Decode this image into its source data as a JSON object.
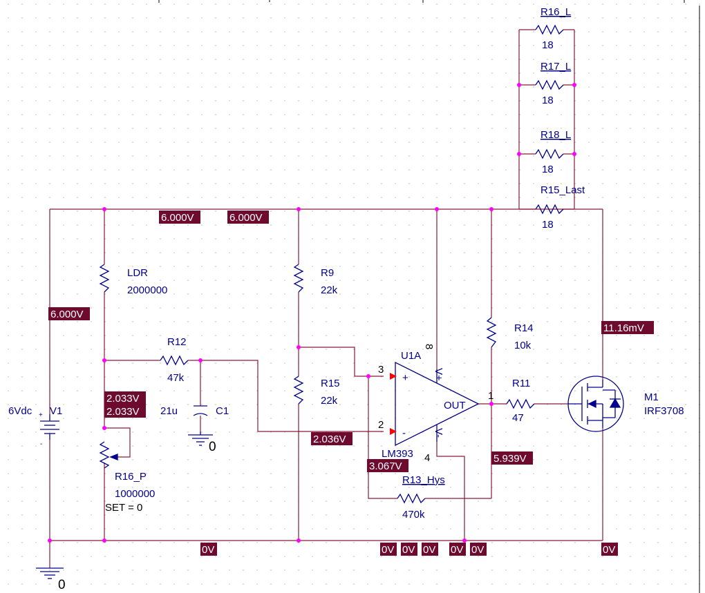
{
  "colors": {
    "wire": "#8b1a3a",
    "component": "#00008b",
    "junction": "#ff00ff",
    "tag_bg": "#6e0a2e",
    "tag_text": "#ffffff",
    "grid": "#c8c8c8",
    "arrow": "#ff0000"
  },
  "components": {
    "r16_l": {
      "ref": "R16_L",
      "value": "18"
    },
    "r17_l": {
      "ref": "R17_L",
      "value": "18"
    },
    "r18_l": {
      "ref": "R18_L",
      "value": "18"
    },
    "r15_last": {
      "ref": "R15_Last",
      "value": "18"
    },
    "ldr": {
      "ref": "LDR",
      "value": "2000000"
    },
    "r9": {
      "ref": "R9",
      "value": "22k"
    },
    "r15": {
      "ref": "R15",
      "value": "22k"
    },
    "r12": {
      "ref": "R12",
      "value": "47k"
    },
    "c1": {
      "ref": "C1",
      "value": "21u"
    },
    "r14": {
      "ref": "R14",
      "value": "10k"
    },
    "r11": {
      "ref": "R11",
      "value": "47"
    },
    "m1": {
      "ref": "M1",
      "value": "IRF3708"
    },
    "u1a": {
      "ref": "U1A",
      "part": "LM393",
      "out": "OUT",
      "plus": "+",
      "minus": "-",
      "vplus": "V+",
      "vminus": "V-",
      "pin3": "3",
      "pin2": "2",
      "pin1": "1",
      "pin8": "8",
      "pin4": "4"
    },
    "r13": {
      "ref": "R13_Hys",
      "value": "470k"
    },
    "r16_p": {
      "ref": "R16_P",
      "value": "1000000",
      "set": "SET = 0"
    },
    "v1": {
      "ref": "V1",
      "value": "6Vdc",
      "plus": "+",
      "minus": "-"
    }
  },
  "grounds": {
    "g1": "0",
    "g2": "0"
  },
  "voltages": {
    "v_top1": "6.000V",
    "v_top2": "6.000V",
    "v_left": "6.000V",
    "v_mid1": "2.033V",
    "v_mid2": "2.033V",
    "v_inv": "2.036V",
    "v_noninv": "3.067V",
    "v_out": "5.939V",
    "v_drain": "11.16mV",
    "v_gnd1": "0V",
    "v_gnd2": "0V",
    "v_gnd3": "0V",
    "v_gnd4": "0V",
    "v_gnd5": "0V",
    "v_gnd6": "0V",
    "v_gnd7": "0V"
  }
}
